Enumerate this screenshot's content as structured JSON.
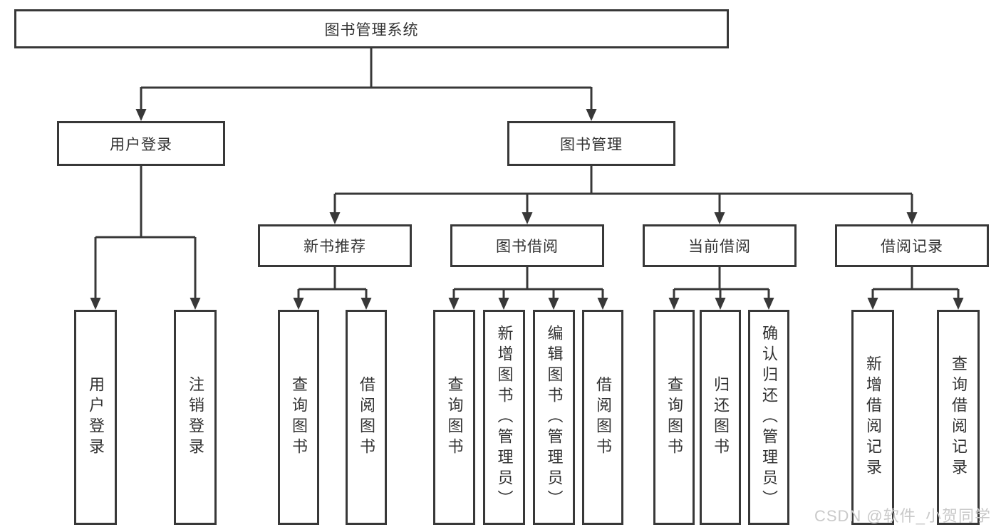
{
  "root": {
    "label": "图书管理系统"
  },
  "user_login": {
    "label": "用户登录",
    "children": [
      "用户登录",
      "注销登录"
    ]
  },
  "book_mgmt": {
    "label": "图书管理",
    "sections": [
      {
        "label": "新书推荐",
        "children": [
          "查询图书",
          "借阅图书"
        ]
      },
      {
        "label": "图书借阅",
        "children": [
          "查询图书",
          "新增图书（管理员）",
          "编辑图书（管理员）",
          "借阅图书"
        ]
      },
      {
        "label": "当前借阅",
        "children": [
          "查询图书",
          "归还图书",
          "确认归还（管理员）"
        ]
      },
      {
        "label": "借阅记录",
        "children": [
          "新增借阅记录",
          "查询借阅记录"
        ]
      }
    ]
  },
  "watermark": "CSDN @软件_小贺同学",
  "colors": {
    "line": "#333333",
    "text": "#333333",
    "watermark": "#c9c9c9"
  }
}
